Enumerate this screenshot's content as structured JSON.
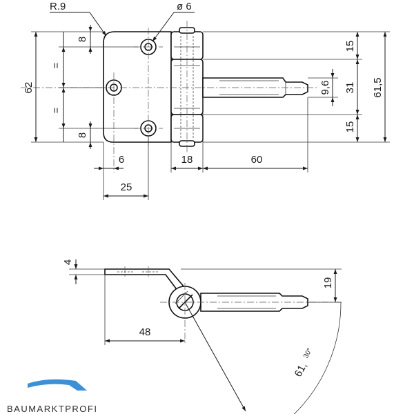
{
  "top_view": {
    "radius_label": "R.9",
    "hole_label": "ø 6",
    "left_height": "62",
    "equal_top": "=",
    "equal_bottom": "=",
    "top_hole_offset": "8",
    "bottom_hole_offset": "8",
    "right_top": "15",
    "right_middle": "31",
    "right_bottom": "15",
    "right_total": "61,5",
    "pin_diameter": "9,6",
    "hole_edge_distance": "6",
    "knuckle_width": "18",
    "pin_length": "60",
    "plate_width": "25"
  },
  "side_view": {
    "thickness": "4",
    "pin_offset": "19",
    "horizontal_distance": "48",
    "radius_value": "61,",
    "radius_angle": "30°"
  },
  "brand": {
    "name": "BAUMARKTPROFI",
    "colors": {
      "blue": "#3d8fd6",
      "grey": "#8f8f8f"
    }
  }
}
